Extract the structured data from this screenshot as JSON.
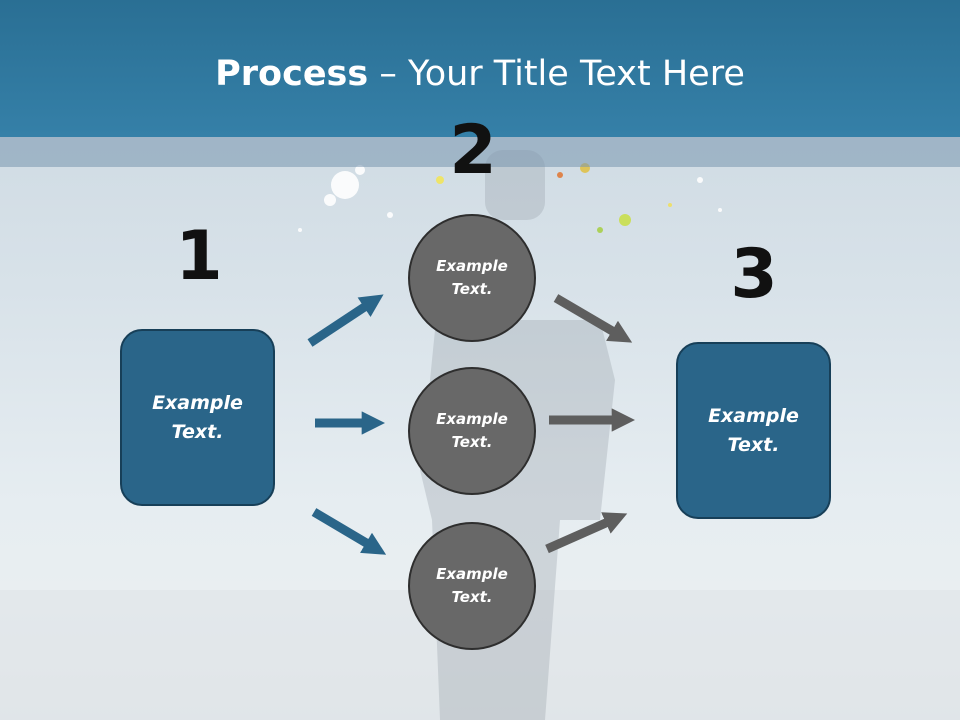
{
  "title": {
    "bold": "Process",
    "rest": " – Your Title Text Here"
  },
  "steps": {
    "one": {
      "number": "1",
      "line1": "Example",
      "line2": "Text."
    },
    "two": {
      "number": "2",
      "circles": [
        {
          "line1": "Example",
          "line2": "Text."
        },
        {
          "line1": "Example",
          "line2": "Text."
        },
        {
          "line1": "Example",
          "line2": "Text."
        }
      ]
    },
    "three": {
      "number": "3",
      "line1": "Example",
      "line2": "Text."
    }
  },
  "colors": {
    "title_bar": "#2f7aa2",
    "box_fill": "#2a6589",
    "circle_fill": "#686868",
    "arrow_blue": "#2a6589",
    "arrow_gray": "#5e5e5e"
  }
}
